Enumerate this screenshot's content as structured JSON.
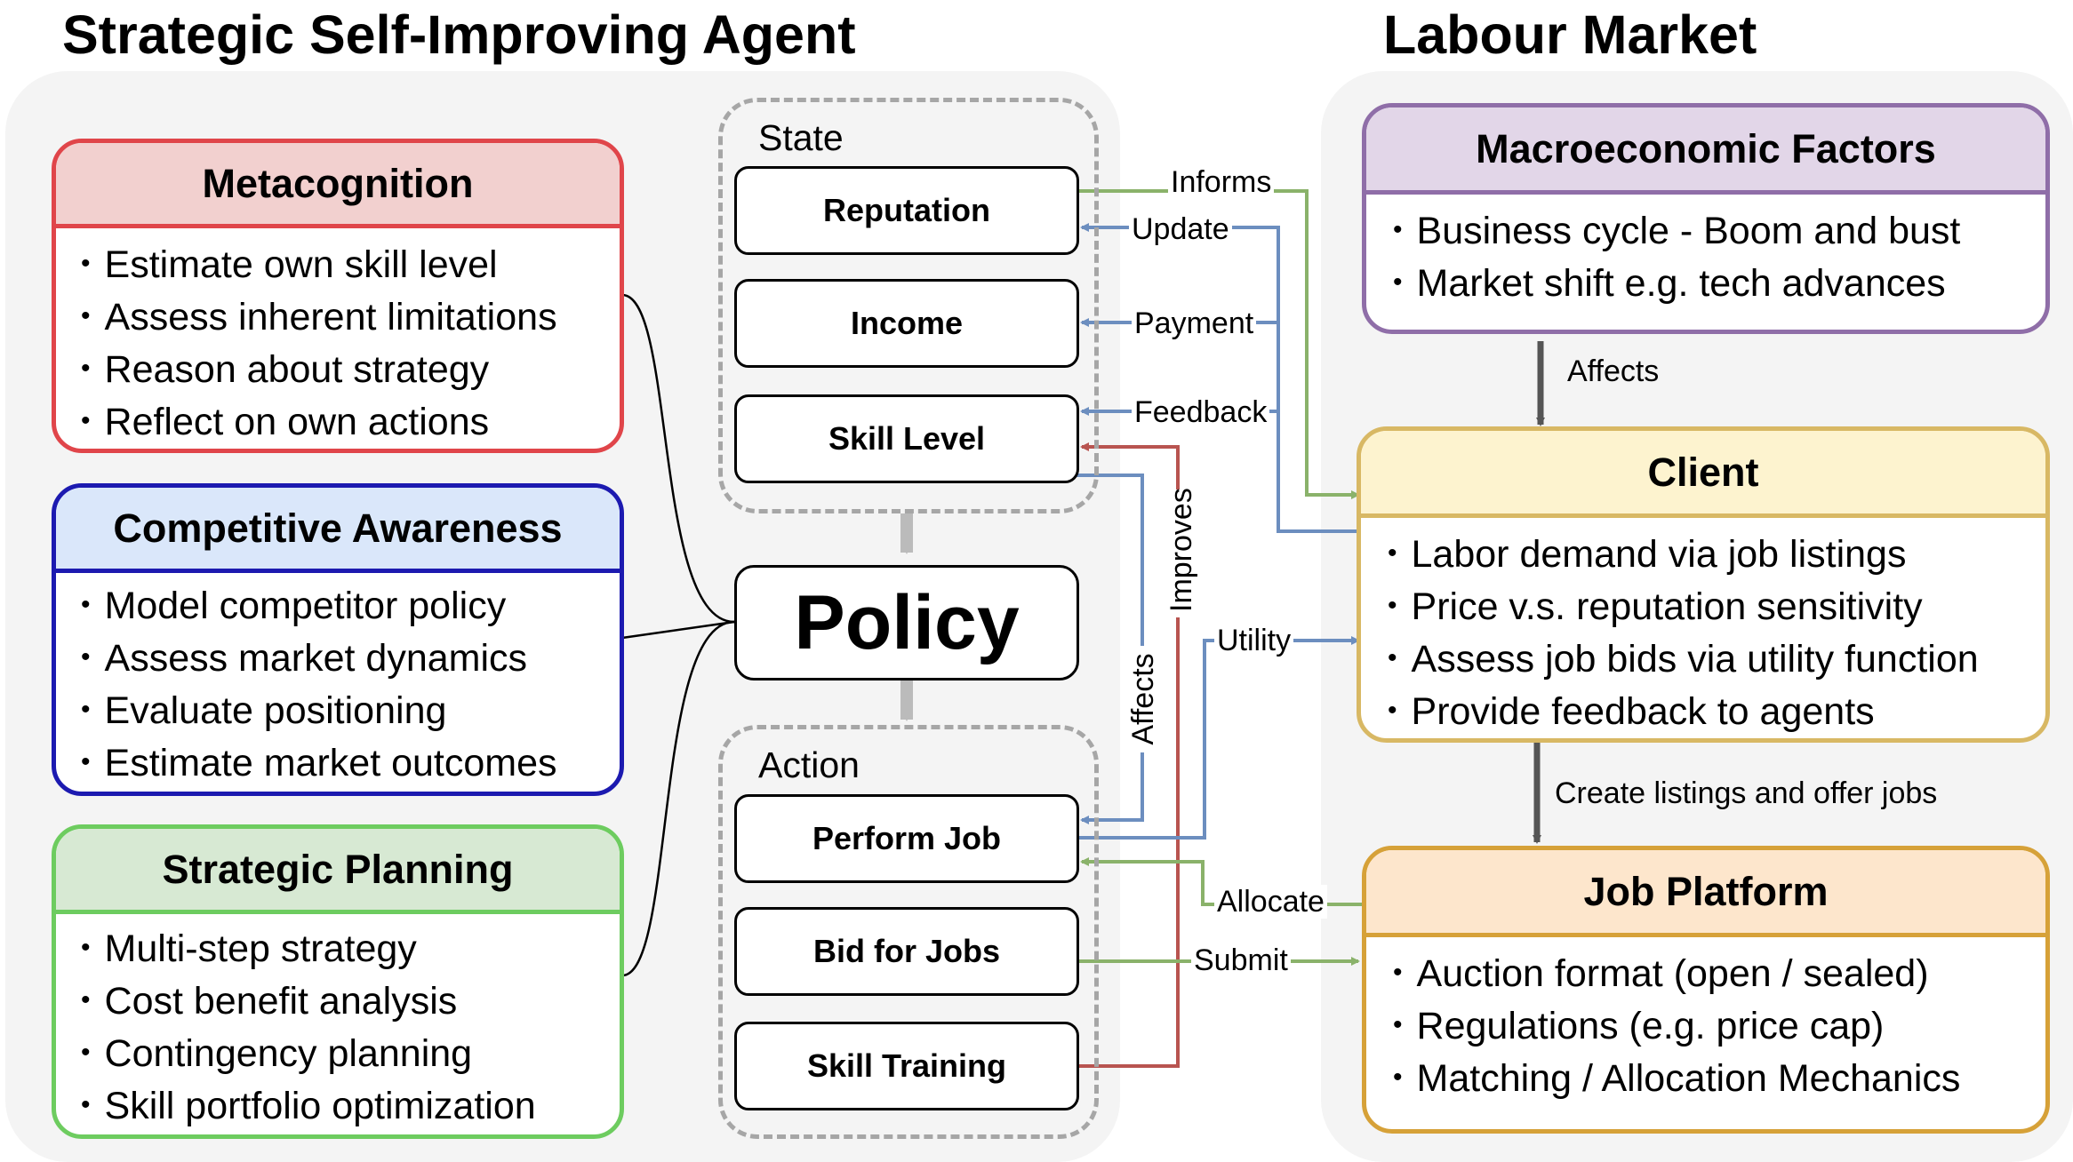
{
  "titles": {
    "agent": "Strategic Self-Improving Agent",
    "market": "Labour Market"
  },
  "metacognition": {
    "title": "Metacognition",
    "items": [
      "Estimate own skill level",
      "Assess inherent limitations",
      "Reason about strategy",
      "Reflect on own actions"
    ]
  },
  "competitive": {
    "title": "Competitive Awareness",
    "items": [
      "Model competitor policy",
      "Assess market dynamics",
      "Evaluate positioning",
      "Estimate market outcomes"
    ]
  },
  "planning": {
    "title": "Strategic Planning",
    "items": [
      "Multi-step strategy",
      "Cost benefit analysis",
      "Contingency planning",
      "Skill portfolio optimization"
    ]
  },
  "state": {
    "title": "State",
    "reputation": "Reputation",
    "income": "Income",
    "skill": "Skill Level"
  },
  "policy": "Policy",
  "action": {
    "title": "Action",
    "perform": "Perform Job",
    "bid": "Bid for Jobs",
    "training": "Skill Training"
  },
  "macro": {
    "title": "Macroeconomic Factors",
    "items": [
      "Business cycle - Boom and bust",
      "Market shift e.g. tech advances"
    ]
  },
  "client": {
    "title": "Client",
    "items": [
      "Labor demand via job listings",
      "Price v.s. reputation sensitivity",
      "Assess job bids via utility function",
      "Provide feedback to agents"
    ]
  },
  "platform": {
    "title": "Job Platform",
    "items": [
      "Auction format (open / sealed)",
      "Regulations (e.g. price cap)",
      "Matching / Allocation Mechanics"
    ]
  },
  "edges": {
    "informs": "Informs",
    "update": "Update",
    "payment": "Payment",
    "feedback": "Feedback",
    "affects_vertical": "Affects",
    "improves": "Improves",
    "utility": "Utility",
    "allocate": "Allocate",
    "submit": "Submit",
    "affects_macro": "Affects",
    "create_listings": "Create listings and offer jobs"
  },
  "colors": {
    "meta_border": "#e0454a",
    "meta_fill": "#f2d0cf",
    "comp_border": "#1c1ab0",
    "comp_fill": "#dae7fa",
    "plan_border": "#6dcc5f",
    "plan_fill": "#d7e9d3",
    "macro_border": "#8f6ea8",
    "macro_fill": "#e2d6e8",
    "client_border": "#d8b864",
    "client_fill": "#fdf3cf",
    "platform_border": "#d6a138",
    "platform_fill": "#fde6cc",
    "green_arrow": "#8ab26a",
    "blue_arrow": "#6c8ebf",
    "red_arrow": "#b85450"
  }
}
